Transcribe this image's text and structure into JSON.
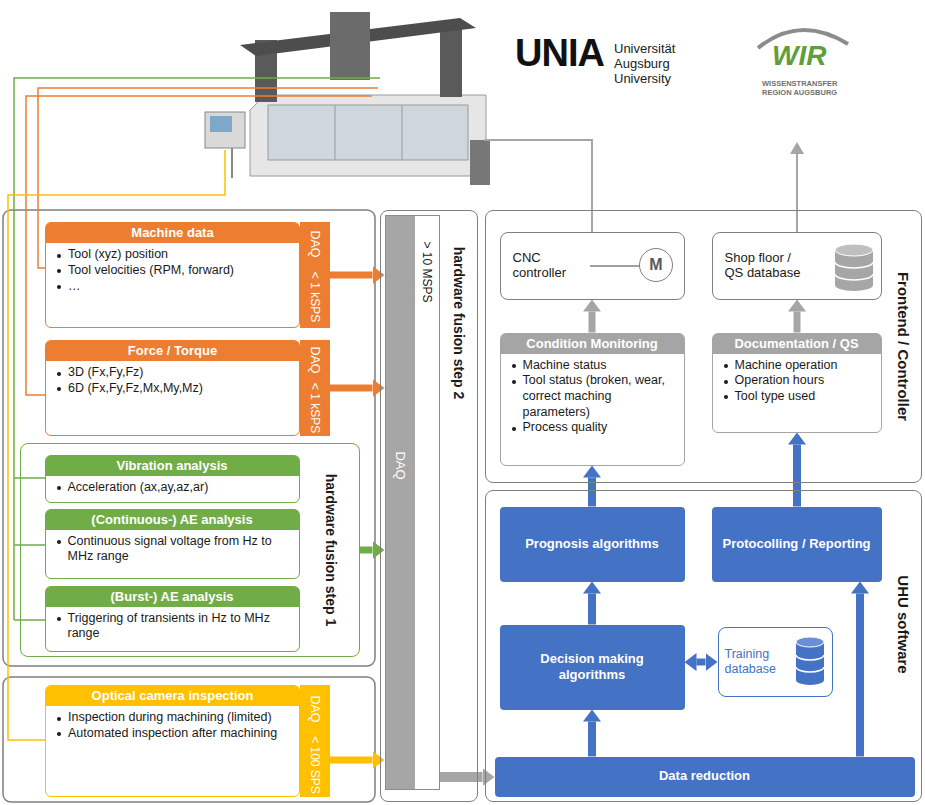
{
  "diagram": {
    "nodes": [
      {
        "text": [
          "Machine data",
          "Tool (xyz) position",
          "Tool velocities (RPM, forward)",
          "…"
        ]
      },
      {
        "text": [
          "DAQ",
          "< 1 kSPS"
        ]
      },
      {
        "text": [
          "Force / Torque",
          "3D (Fx,Fy,Fz)",
          "6D (Fx,Fy,Fz,Mx,My,Mz)"
        ]
      },
      {
        "text": [
          "DAQ",
          "< 1 kSPS"
        ]
      },
      {
        "text": [
          "hardware fusion step 1"
        ]
      },
      {
        "text": [
          "Vibration analysis",
          "Acceleration (ax,ay,az,ar)"
        ],
        "in": 4
      },
      {
        "text": [
          "(Continuous-) AE analysis",
          "Continuous signal voltage from Hz to MHz range"
        ],
        "in": 4
      },
      {
        "text": [
          "(Burst-) AE analysis",
          "Triggering of transients in Hz to MHz range"
        ],
        "in": 4
      },
      {
        "text": [
          "Optical camera inspection",
          "Inspection during machining (limited)",
          "Automated inspection after machining"
        ]
      },
      {
        "text": [
          "DAQ",
          "< 100 SPS"
        ]
      },
      {
        "text": [
          "hardware fusion step 2"
        ]
      },
      {
        "text": [
          "DAQ",
          "> 10 MSPS"
        ],
        "in": 10
      },
      {
        "text": [
          "Frontend / Controller"
        ]
      },
      {
        "text": [
          "CNC controller"
        ],
        "in": 12
      },
      {
        "text": [
          "M"
        ],
        "in": 13
      },
      {
        "text": [
          "Condition Monitoring",
          "Machine status",
          "Tool status (broken, wear, correct maching parameters)",
          "Process quality"
        ],
        "in": 12
      },
      {
        "text": [
          "Shop floor / QS database"
        ],
        "in": 12
      },
      {
        "text": [
          "Documentation / QS",
          "Machine operation",
          "Operation hours",
          "Tool type used"
        ],
        "in": 12
      },
      {
        "text": [
          "UHU software"
        ]
      },
      {
        "text": [
          "Prognosis algorithms"
        ],
        "in": 18
      },
      {
        "text": [
          "Protocolling / Reporting"
        ],
        "in": 18
      },
      {
        "text": [
          "Decision making algorithms"
        ],
        "in": 18
      },
      {
        "text": [
          "Training database"
        ],
        "in": 18
      },
      {
        "text": [
          "Data reduction"
        ],
        "in": 18
      }
    ],
    "edges": [
      {
        "from": 1,
        "to": 11,
        "arrow": "to"
      },
      {
        "from": 3,
        "to": 11,
        "arrow": "to"
      },
      {
        "from": 4,
        "to": 11,
        "arrow": "to"
      },
      {
        "from": 9,
        "to": 11,
        "arrow": "to"
      },
      {
        "from": 11,
        "to": 23,
        "arrow": "to"
      },
      {
        "from": 23,
        "to": 21,
        "arrow": "to"
      },
      {
        "from": 21,
        "to": 19,
        "arrow": "to"
      },
      {
        "from": 19,
        "to": 15,
        "arrow": "to"
      },
      {
        "from": 23,
        "to": 20,
        "arrow": "to"
      },
      {
        "from": 20,
        "to": 17,
        "arrow": "to"
      },
      {
        "from": 21,
        "to": 22,
        "arrow": "both"
      },
      {
        "from": 15,
        "to": 13,
        "arrow": "to"
      },
      {
        "from": 17,
        "to": 16,
        "arrow": "to"
      }
    ],
    "labels": [
      "UNIA",
      "Universität Augsburg University",
      "WIR",
      "WISSENSTRANSFER REGION AUGSBURG"
    ]
  }
}
